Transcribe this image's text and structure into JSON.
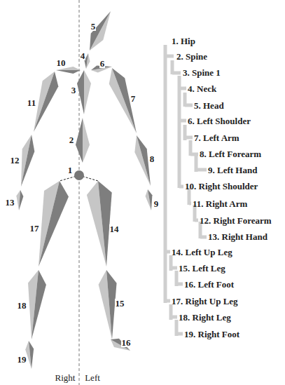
{
  "diagram": {
    "labels": [
      "1",
      "2",
      "3",
      "4",
      "5",
      "6",
      "7",
      "8",
      "9",
      "10",
      "11",
      "12",
      "13",
      "14",
      "15",
      "16",
      "17",
      "18",
      "19",
      "1. Hip",
      "2. Spine",
      "3. Spine 1",
      "4. Neck",
      "5. Head",
      "6. Left Shoulder",
      "7. Left Arm",
      "8. Left Forearm",
      "9. Left Hand",
      "10. Right Shoulder",
      "11. Right Arm",
      "12. Right Forearm",
      "13. Right Hand",
      "14. Left Up Leg",
      "15. Left Leg",
      "16. Left Foot",
      "17. Right Up Leg",
      "18. Right Leg",
      "19. Right Foot",
      "Right",
      "Left"
    ]
  }
}
